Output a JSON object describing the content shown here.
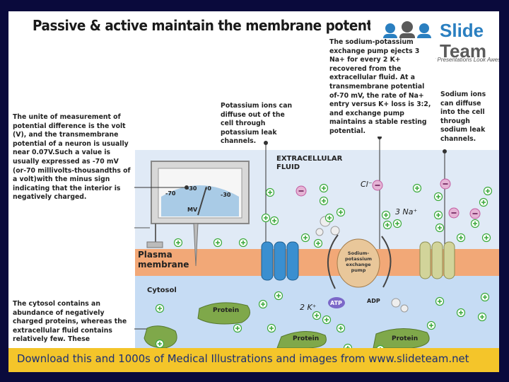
{
  "title": "Passive & active maintain the membrane potential",
  "logo": {
    "word1": "Slide",
    "word2": "Team",
    "tagline": "Making Your Presentations Look Awesome"
  },
  "notes": {
    "unit": "The unite of measurement of potential difference is the volt (V), and the transmembrane potential of a neuron is usually near 0.07V.Such a value is usually expressed as -70 mV (or-70 millivolts-thousandths of a volt)with the minus sign indicating that the interior is negatively charged.",
    "potassium": "Potassium ions can diffuse out of the cell through potassium leak channels.",
    "sodium_pump": "The sodium-potassium exchange pump ejects 3 Na+ for every 2 K+ recovered from the extracellular fluid. At a transmembrane potential of-70 mV, the rate of Na+ entry versus K+ loss is 3:2, and exchange pump maintains a stable resting potential.",
    "sodium_diffuse": "Sodium ions can diffuse into the cell through sodium leak channels.",
    "cytosol": "The cytosol contains an abundance of negatively charged proteins, whereas the extracellular fluid contains relatively few. These"
  },
  "labels": {
    "extracellular": "EXTRACELLULAR FLUID",
    "plasma": "Plasma membrane",
    "cytosol": "Cytosol",
    "pump": "Sodium-potassium exchange pump",
    "atp": "ATP",
    "adp": "ADP",
    "cl": "Cl⁻",
    "na3": "3 Na⁺",
    "k2": "2 K⁺",
    "protein": "Protein"
  },
  "meter": {
    "unit": "MV",
    "ticks": [
      "-70",
      "-30",
      "-0",
      "-30"
    ]
  },
  "footer": "Download this and 1000s of Medical Illustrations and images from www.slideteam.net",
  "colors": {
    "background": "#0a0a3c",
    "extracellular": "#e0eaf6",
    "membrane": "#f2a877",
    "cytosol": "#c6dcf4",
    "footer": "#f4c52a",
    "footer_text": "#1b2f74",
    "potassium_channel": "#3a8fd0",
    "sodium_channel": "#d2d49a",
    "protein": "#7fa84a",
    "positive_ion": "#3caa3c",
    "negative_ion": "#c25aa0"
  }
}
